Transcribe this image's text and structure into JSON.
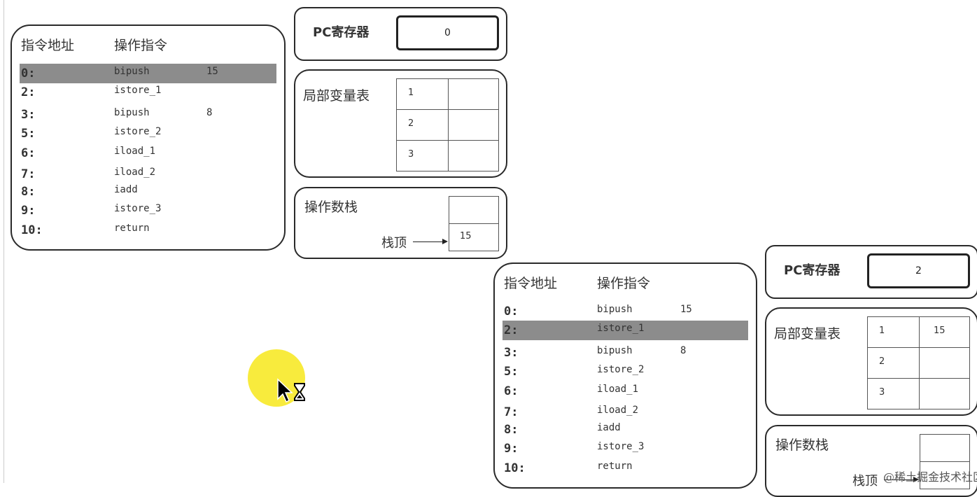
{
  "labels": {
    "address_header": "指令地址",
    "instruction_header": "操作指令",
    "pc_register": "PC寄存器",
    "local_variables": "局部变量表",
    "operand_stack": "操作数栈",
    "stack_top": "栈顶"
  },
  "instructions": [
    {
      "addr": "0:",
      "op": "bipush",
      "arg": "15"
    },
    {
      "addr": "2:",
      "op": "istore_1",
      "arg": ""
    },
    {
      "addr": "3:",
      "op": "bipush",
      "arg": "8"
    },
    {
      "addr": "5:",
      "op": "istore_2",
      "arg": ""
    },
    {
      "addr": "6:",
      "op": "iload_1",
      "arg": ""
    },
    {
      "addr": "7:",
      "op": "iload_2",
      "arg": ""
    },
    {
      "addr": "8:",
      "op": "iadd",
      "arg": ""
    },
    {
      "addr": "9:",
      "op": "istore_3",
      "arg": ""
    },
    {
      "addr": "10:",
      "op": "return",
      "arg": ""
    }
  ],
  "frames": [
    {
      "highlighted_index": 0,
      "pc_value": "0",
      "locals": [
        {
          "slot": "1",
          "value": ""
        },
        {
          "slot": "2",
          "value": ""
        },
        {
          "slot": "3",
          "value": ""
        }
      ],
      "stack": [
        "",
        "15"
      ]
    },
    {
      "highlighted_index": 1,
      "pc_value": "2",
      "locals": [
        {
          "slot": "1",
          "value": "15"
        },
        {
          "slot": "2",
          "value": ""
        },
        {
          "slot": "3",
          "value": ""
        }
      ],
      "stack": [
        "",
        ""
      ]
    }
  ],
  "watermark": "@稀土掘金技术社区",
  "colors": {
    "highlight": "#8c8c8c",
    "cursor_halo": "#f7e928"
  }
}
